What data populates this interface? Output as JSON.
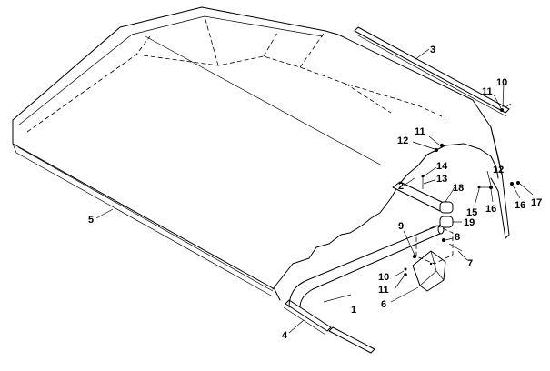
{
  "callouts": [
    "1",
    "2",
    "3",
    "4",
    "5",
    "6",
    "7",
    "8",
    "9",
    "10",
    "11",
    "12",
    "13",
    "14",
    "15",
    "16",
    "17",
    "18",
    "19"
  ],
  "colors": {
    "line": "#000000",
    "background": "#ffffff"
  }
}
